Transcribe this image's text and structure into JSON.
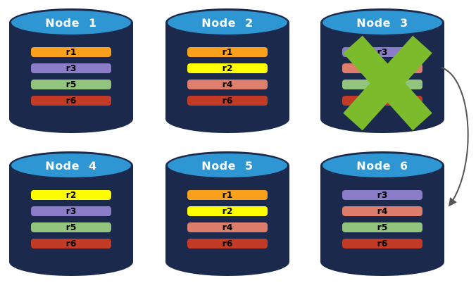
{
  "diagram": {
    "type": "database-cluster-replica-failover",
    "cylinder_colors": {
      "body": "#1B2A4C",
      "top": "#2E96D3",
      "title_text": "#FFFFFF"
    },
    "failure_mark": {
      "on_node": "Node 3",
      "shape": "x-cross",
      "color": "#7CBB2B"
    },
    "arrow": {
      "from": "Node 3",
      "to": "Node 6",
      "color": "#555555"
    },
    "nodes": [
      {
        "label": "Node 1",
        "failed": false,
        "replicas": [
          {
            "id": "r1",
            "color": "#F9A11B"
          },
          {
            "id": "r3",
            "color": "#8B7CC7"
          },
          {
            "id": "r5",
            "color": "#93C47D"
          },
          {
            "id": "r6",
            "color": "#C23B27"
          }
        ]
      },
      {
        "label": "Node 2",
        "failed": false,
        "replicas": [
          {
            "id": "r1",
            "color": "#F9A11B"
          },
          {
            "id": "r2",
            "color": "#FFFF00"
          },
          {
            "id": "r4",
            "color": "#DC7E6B"
          },
          {
            "id": "r6",
            "color": "#C23B27"
          }
        ]
      },
      {
        "label": "Node 3",
        "failed": true,
        "replicas": [
          {
            "id": "r3",
            "color": "#8B7CC7"
          },
          {
            "id": "r4",
            "color": "#DC7E6B"
          },
          {
            "id": "r5",
            "color": "#93C47D"
          },
          {
            "id": "r6",
            "color": "#C23B27"
          }
        ]
      },
      {
        "label": "Node 4",
        "failed": false,
        "replicas": [
          {
            "id": "r2",
            "color": "#FFFF00"
          },
          {
            "id": "r3",
            "color": "#8B7CC7"
          },
          {
            "id": "r5",
            "color": "#93C47D"
          },
          {
            "id": "r6",
            "color": "#C23B27"
          }
        ]
      },
      {
        "label": "Node 5",
        "failed": false,
        "replicas": [
          {
            "id": "r1",
            "color": "#F9A11B"
          },
          {
            "id": "r2",
            "color": "#FFFF00"
          },
          {
            "id": "r4",
            "color": "#DC7E6B"
          },
          {
            "id": "r6",
            "color": "#C23B27"
          }
        ]
      },
      {
        "label": "Node 6",
        "failed": false,
        "replicas": [
          {
            "id": "r3",
            "color": "#8B7CC7"
          },
          {
            "id": "r4",
            "color": "#DC7E6B"
          },
          {
            "id": "r5",
            "color": "#93C47D"
          },
          {
            "id": "r6",
            "color": "#C23B27"
          }
        ]
      }
    ]
  }
}
